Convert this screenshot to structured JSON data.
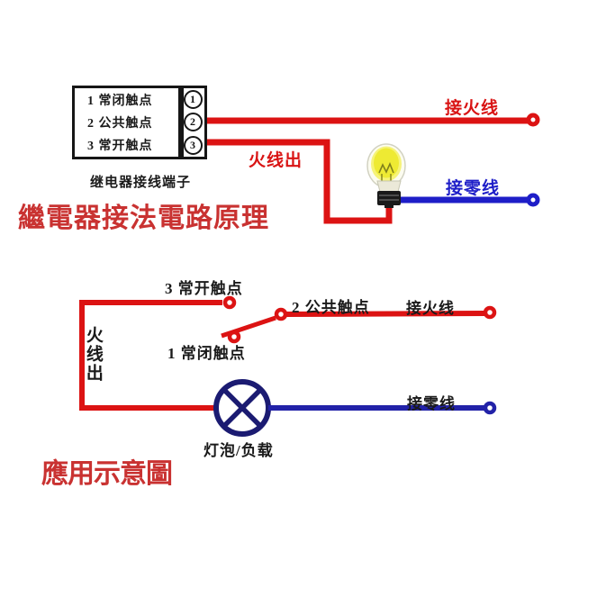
{
  "colors": {
    "wire_red": "#dc1313",
    "wire_blue_top": "#1e1ec8",
    "wire_blue_bottom": "#2222a8",
    "lamp_navy": "#1b1b72",
    "title_red": "#c93231",
    "text_black": "#1a1a1a",
    "bulb_glow_yellow": "#eeea33"
  },
  "top": {
    "terminal_rows": [
      "1 常闭触点",
      "2 公共触点",
      "3 常开触点"
    ],
    "terminal_nums": [
      "1",
      "2",
      "3"
    ],
    "caption": "继电器接线端子",
    "label_live": "接火线",
    "label_live_out": "火线出",
    "label_neutral": "接零线",
    "title": "繼電器接法電路原理"
  },
  "bottom": {
    "label_no": "3 常开触点",
    "label_com": "2 公共触点",
    "label_nc": "1 常闭触点",
    "label_live": "接火线",
    "label_neutral": "接零线",
    "label_live_out": "火线出",
    "label_lamp": "灯泡/负载",
    "title": "應用示意圖"
  }
}
